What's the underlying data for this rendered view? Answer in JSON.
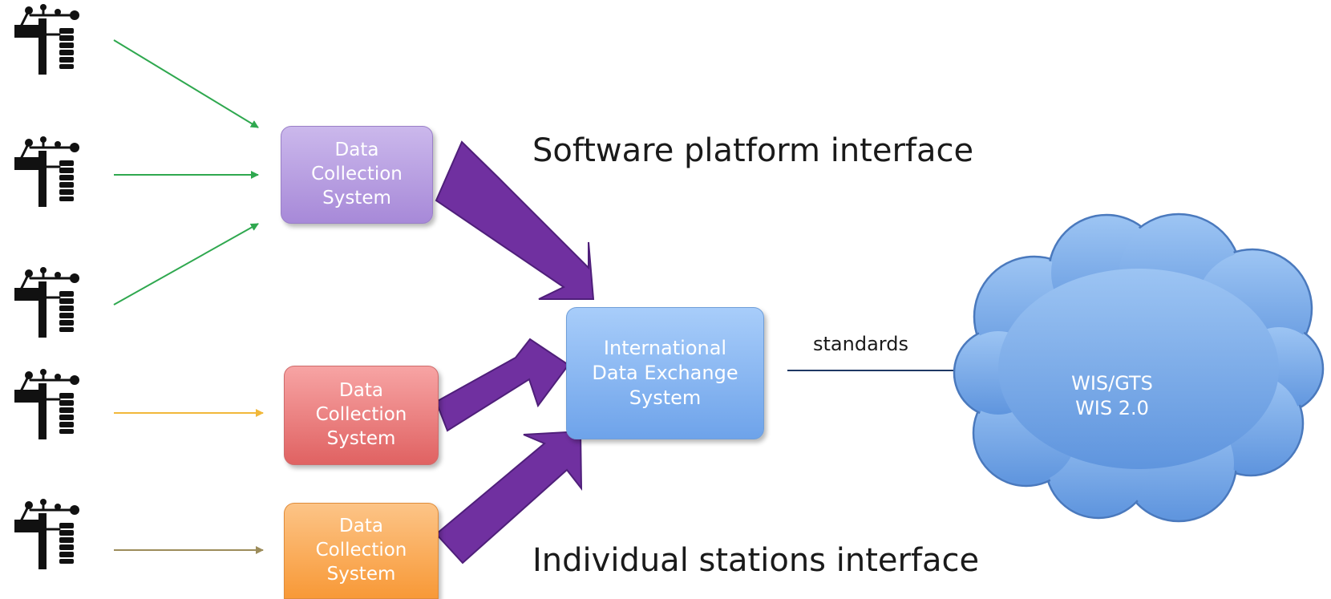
{
  "diagram": {
    "collection_systems": [
      {
        "lines": [
          "Data",
          "Collection",
          "System"
        ],
        "color": "#b49be0"
      },
      {
        "lines": [
          "Data",
          "Collection",
          "System"
        ],
        "color": "#ea7f7f"
      },
      {
        "lines": [
          "Data",
          "Collection",
          "System"
        ],
        "color": "#faac5d"
      }
    ],
    "exchange_system": {
      "lines": [
        "International",
        "Data Exchange",
        "System"
      ],
      "color": "#8ab8f2"
    },
    "standards_label": "standards",
    "software_interface_label": "Software platform interface",
    "stations_interface_label": "Individual stations interface",
    "cloud": {
      "lines": [
        "WIS/GTS",
        "WIS 2.0"
      ],
      "color": "#7fb0ea"
    },
    "stations": [
      {
        "icon": "weather-station-icon"
      },
      {
        "icon": "weather-station-icon"
      },
      {
        "icon": "weather-station-icon"
      },
      {
        "icon": "weather-station-icon"
      },
      {
        "icon": "weather-station-icon"
      }
    ],
    "connector_colors": {
      "green": "#2fa84f",
      "yellow": "#f1b83a",
      "olive": "#9c8c5a",
      "purple": "#7030a0",
      "navy": "#1f3864"
    }
  }
}
